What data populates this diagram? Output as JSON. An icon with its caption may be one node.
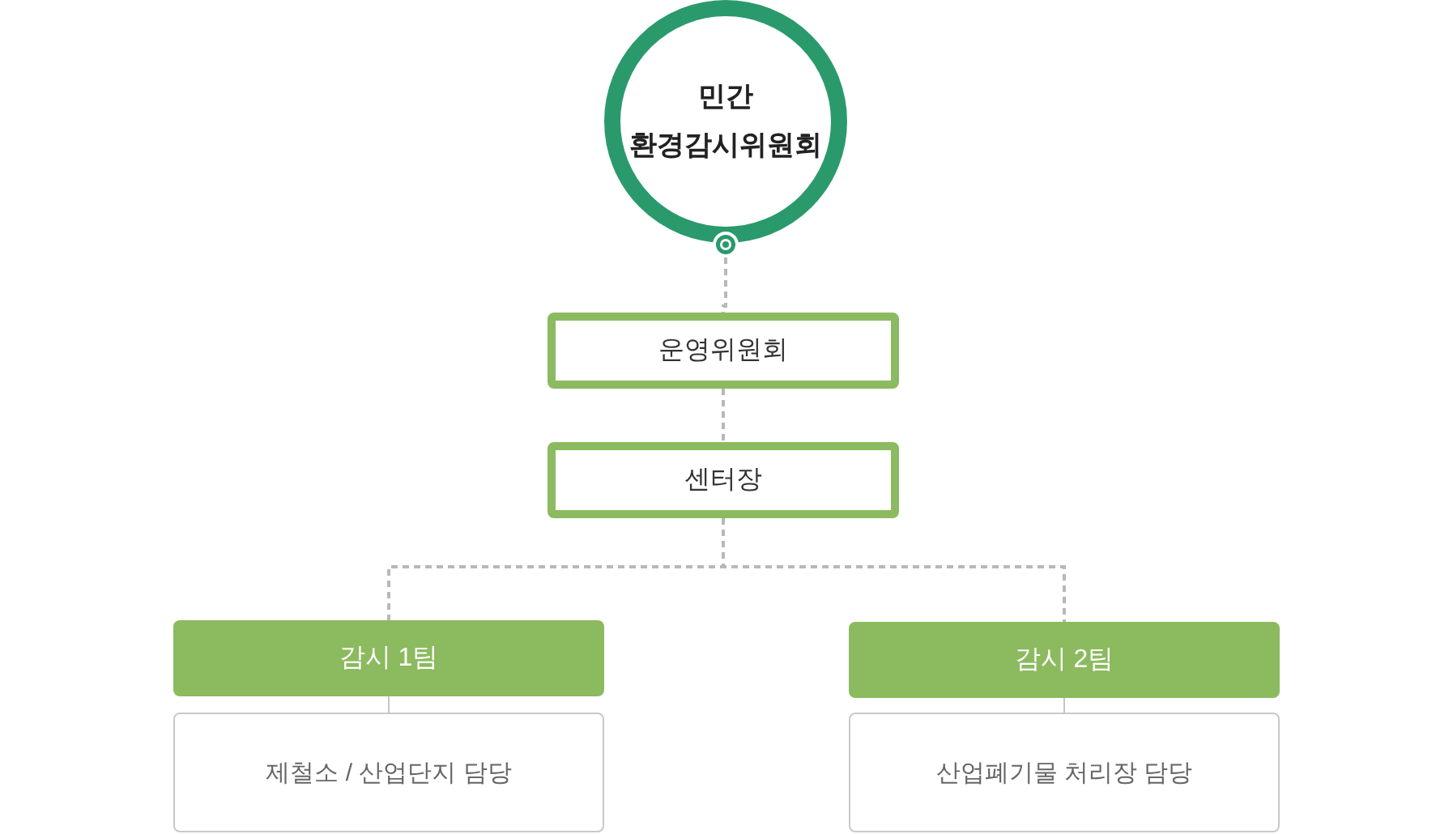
{
  "diagram": {
    "nodes": [
      {
        "text": [
          "민간 환경감시위원회"
        ]
      },
      {
        "text": [
          "운영위원회"
        ]
      },
      {
        "text": [
          "센터장"
        ]
      },
      {
        "text": [
          "감시 1팀"
        ]
      },
      {
        "text": [
          "제철소 / 산업단지 담당"
        ]
      },
      {
        "text": [
          "감시 2팀"
        ]
      },
      {
        "text": [
          "산업폐기물 처리장 담당"
        ]
      }
    ],
    "edges": [
      {
        "from": 0,
        "to": 1,
        "arrow": "none",
        "style": "dashed"
      },
      {
        "from": 1,
        "to": 2,
        "arrow": "none",
        "style": "dashed"
      },
      {
        "from": 2,
        "to": 3,
        "arrow": "none",
        "style": "dashed"
      },
      {
        "from": 2,
        "to": 5,
        "arrow": "none",
        "style": "dashed"
      },
      {
        "from": 3,
        "to": 4,
        "arrow": "none"
      },
      {
        "from": 5,
        "to": 6,
        "arrow": "none"
      }
    ]
  }
}
